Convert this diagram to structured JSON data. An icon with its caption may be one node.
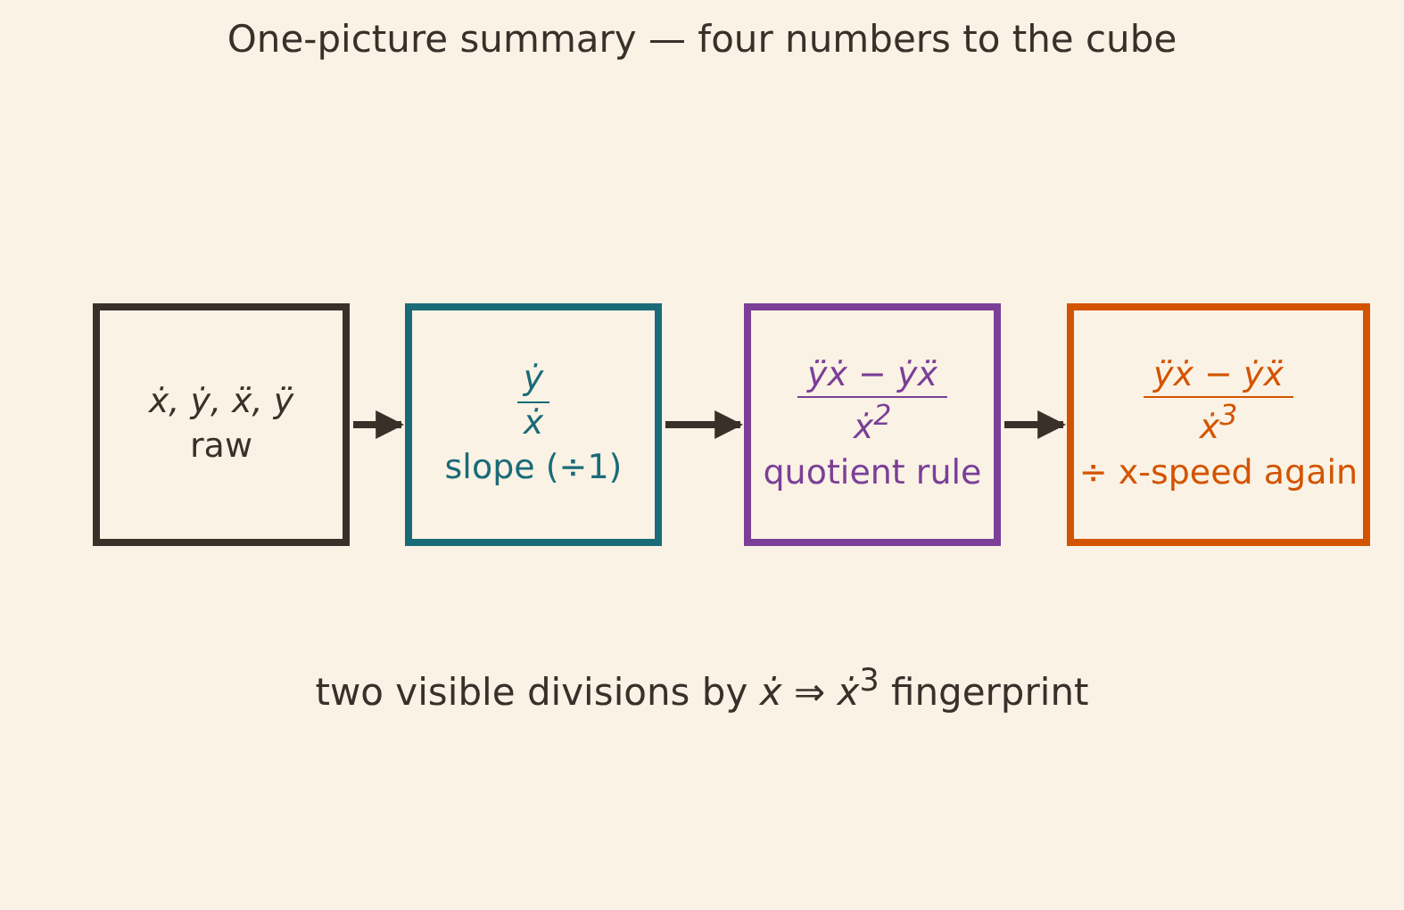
{
  "diagram": {
    "title": "One-picture summary — four numbers to the cube",
    "nodes": [
      {
        "text": [
          "ẋ, ẏ, ẍ, ÿ",
          "raw"
        ]
      },
      {
        "text": [
          "ẏ",
          "ẋ",
          "slope (÷1)"
        ]
      },
      {
        "text": [
          "ÿẋ − ẏẍ",
          "ẋ$^{2}$",
          "quotient rule"
        ]
      },
      {
        "text": [
          "ÿẋ − ẏẍ",
          "ẋ$^{3}$",
          "÷ x-speed again"
        ]
      }
    ],
    "edges": [
      {
        "from": 0,
        "to": 1,
        "arrow": "to"
      },
      {
        "from": 1,
        "to": 2,
        "arrow": "to"
      },
      {
        "from": 2,
        "to": 3,
        "arrow": "to"
      }
    ],
    "labels": [
      "two visible divisions by *ẋ*  ⇒  *ẋ*$^{3}$ fingerprint"
    ]
  }
}
